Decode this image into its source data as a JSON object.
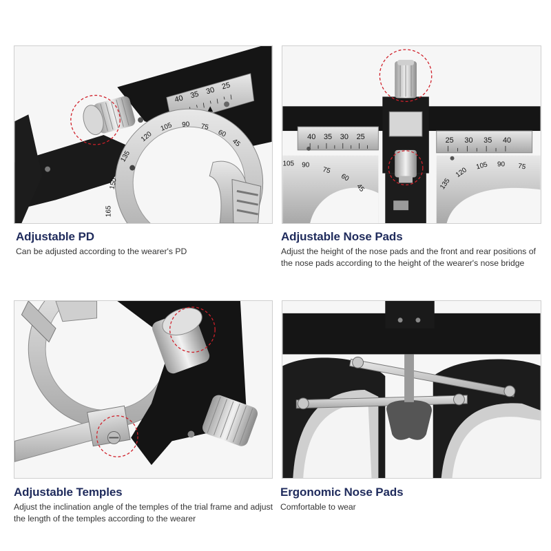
{
  "panels": [
    {
      "title": "Adjustable PD",
      "description": "Can be adjusted according to the wearer's PD",
      "scale_labels": [
        "40",
        "35",
        "30",
        "25"
      ],
      "dial_labels": [
        "120",
        "105",
        "90",
        "75",
        "60",
        "45",
        "135",
        "150",
        "165"
      ]
    },
    {
      "title": "Adjustable Nose Pads",
      "description": "Adjust the height of the nose pads and the front and rear positions of the nose pads according to the height of the wearer's nose bridge",
      "scale_left_labels": [
        "40",
        "35",
        "30",
        "25"
      ],
      "scale_right_labels": [
        "25",
        "30",
        "35",
        "40"
      ],
      "dial_left_labels": [
        "105",
        "90",
        "75",
        "60",
        "45"
      ],
      "dial_right_labels": [
        "135",
        "120",
        "105",
        "90",
        "75"
      ]
    },
    {
      "title": "Adjustable Temples",
      "description": "Adjust the inclination angle of the temples of the trial frame and adjust the length of the temples according to the wearer"
    },
    {
      "title": "Ergonomic Nose Pads",
      "description": "Comfortable to wear"
    }
  ],
  "colors": {
    "title": "#1f2b5c",
    "highlight_circle": "#d0202a",
    "frame": "#1a1a1a",
    "metal": "#c8c8c8"
  }
}
